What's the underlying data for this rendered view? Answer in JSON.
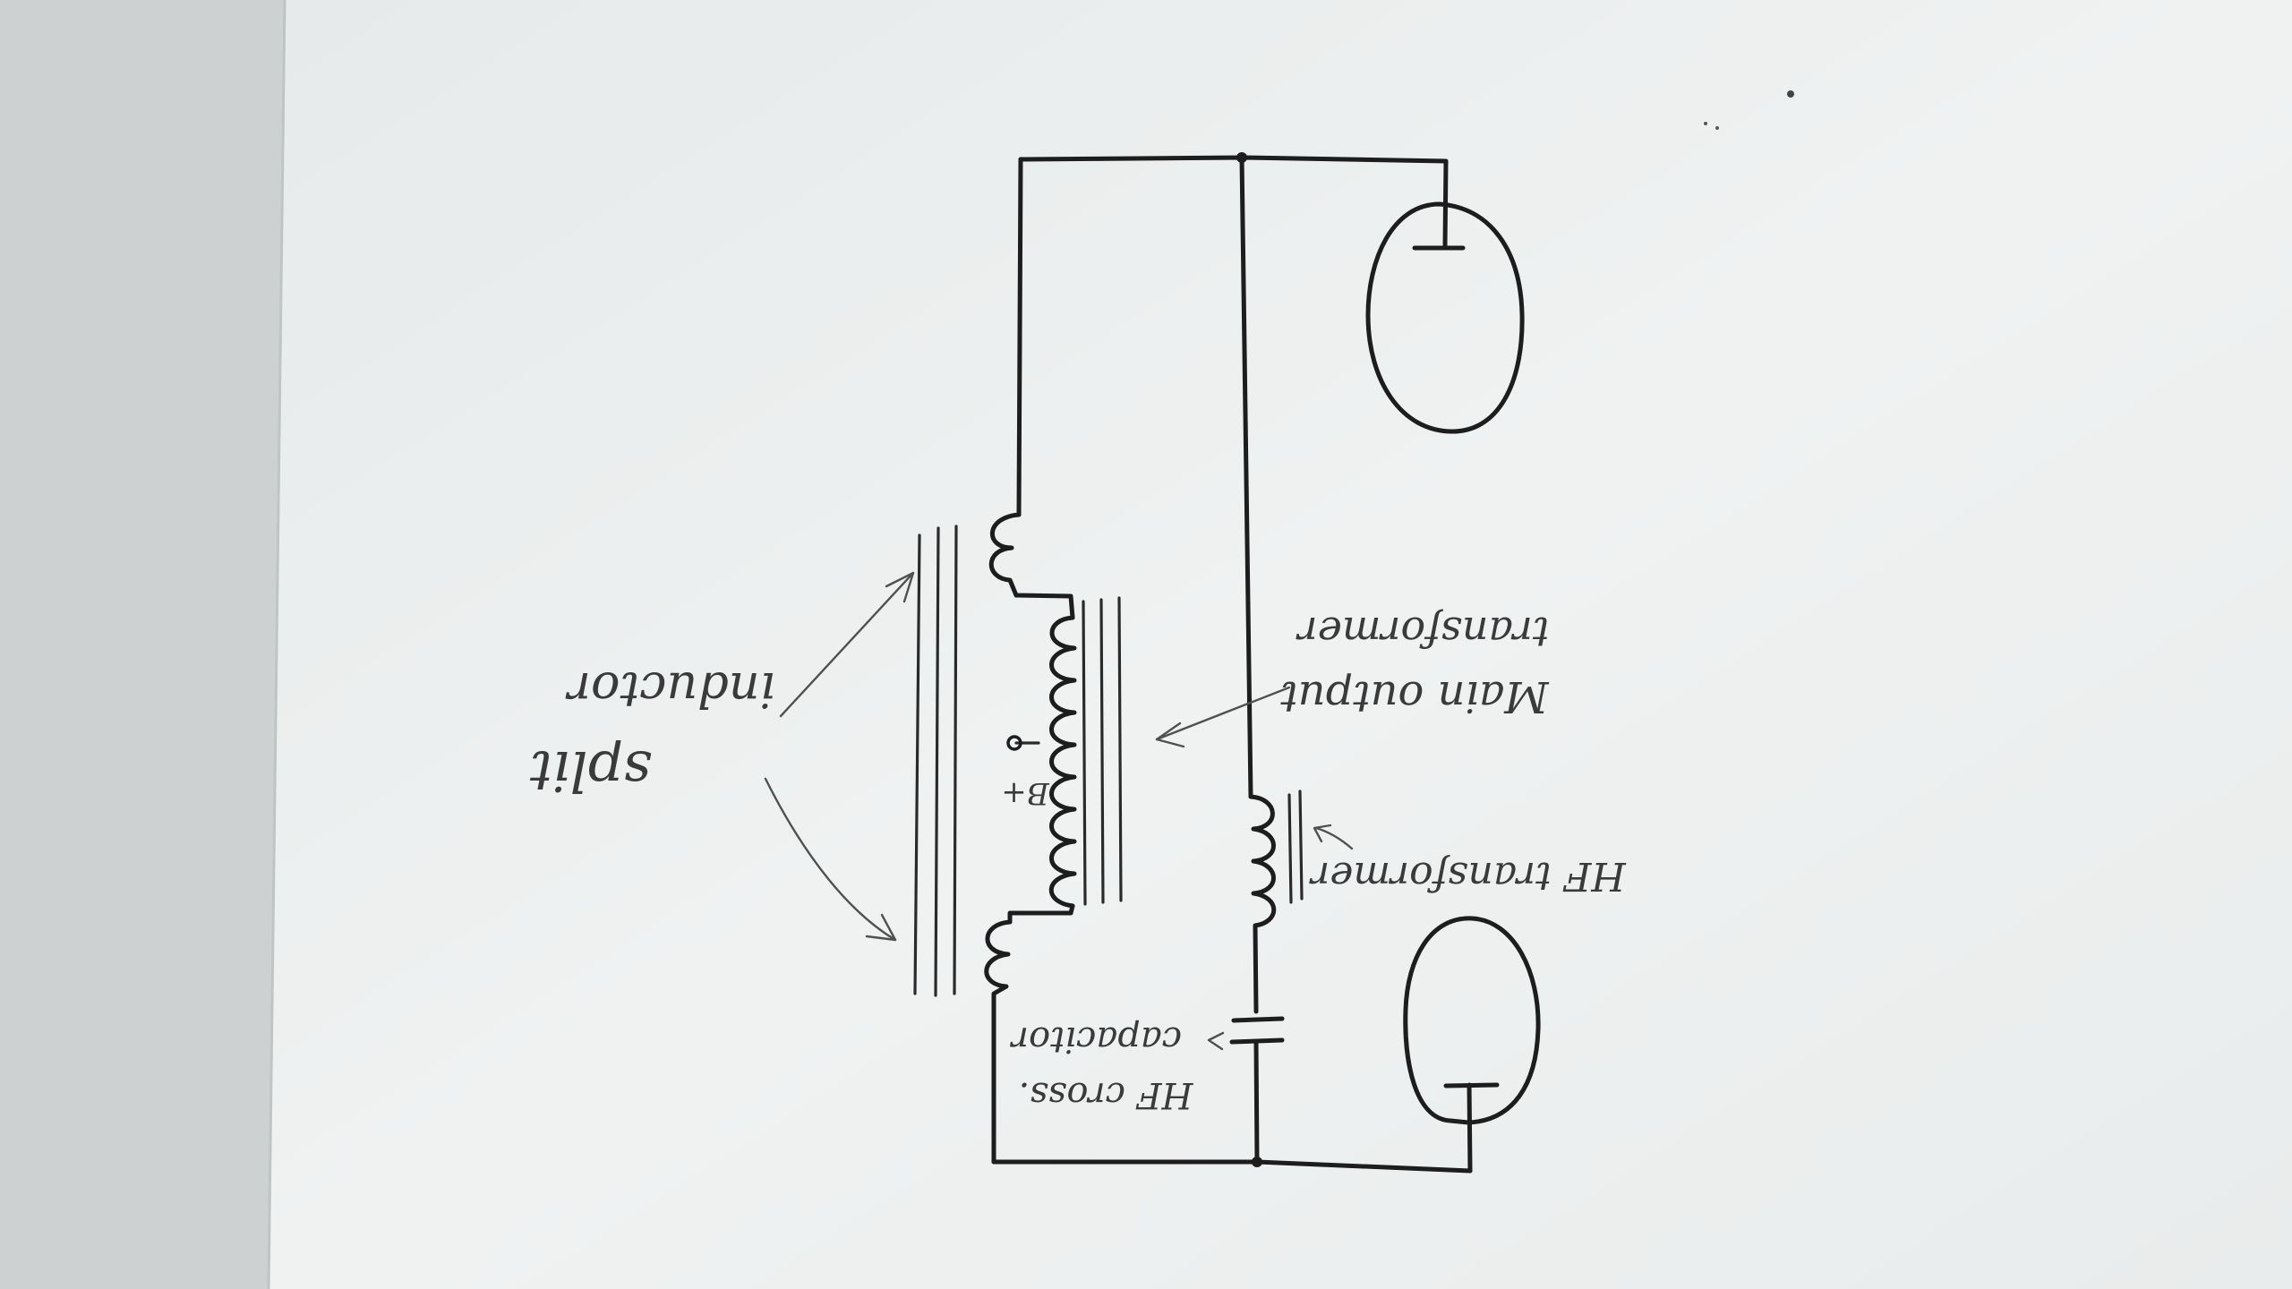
{
  "diagram": {
    "labels": {
      "split_inductor_line1": "split",
      "split_inductor_line2": "inductor",
      "main_output_line1": "Main output",
      "main_output_line2": "transformer",
      "b_plus": "B+",
      "hf_transformer": "HF transformer",
      "hf_cross_line1": "HF cross.",
      "hf_cross_line2": "capacitor"
    },
    "colors": {
      "paper": "#eef1f1",
      "ink": "#1d1d1d",
      "pencil": "#505050",
      "background": "#cfd3d4"
    }
  }
}
